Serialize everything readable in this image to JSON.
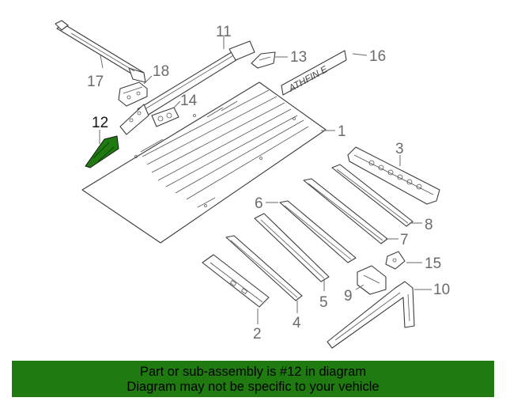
{
  "colors": {
    "banner_bg": "#1f7a10",
    "highlight_part": "#1f7a10",
    "line": "#3c3c3c",
    "callout_text": "#6b6b6b"
  },
  "diagram": {
    "highlighted_part": "12",
    "emblem_text": "ATHFIN E",
    "callouts": {
      "c1": "1",
      "c2": "2",
      "c3": "3",
      "c4": "4",
      "c5": "5",
      "c6": "6",
      "c7": "7",
      "c8": "8",
      "c9": "9",
      "c10": "10",
      "c11": "11",
      "c12": "12",
      "c13": "13",
      "c14": "14",
      "c15": "15",
      "c16": "16",
      "c17": "17",
      "c18": "18"
    }
  },
  "banner": {
    "line1": "Part or sub-assembly is #12 in diagram",
    "line2": "Diagram may not be specific to your vehicle"
  }
}
